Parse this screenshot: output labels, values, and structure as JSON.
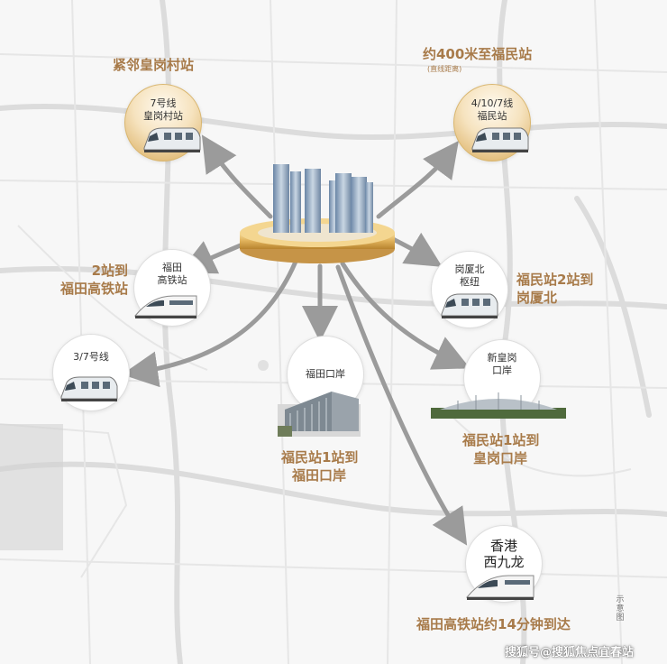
{
  "stations": [
    {
      "id": "huanggangcun",
      "circle_lines": [
        "7号线",
        "皇岗村站"
      ],
      "caption_lines": [
        "紧邻皇岗村站"
      ]
    },
    {
      "id": "futian_min",
      "circle_lines": [
        "4/10/7线",
        "福民站"
      ],
      "caption_lines": [
        "约400米至福民站"
      ],
      "sub": "(直线距离)"
    },
    {
      "id": "futian_hsr",
      "circle_lines": [
        "福田",
        "高铁站"
      ],
      "caption_lines": [
        "2站到",
        "福田高铁站"
      ]
    },
    {
      "id": "line37",
      "circle_lines": [
        "3/7号线"
      ],
      "caption_lines": []
    },
    {
      "id": "gangxiabei",
      "circle_lines": [
        "岗厦北",
        "枢纽"
      ],
      "caption_lines": [
        "福民站2站到",
        "岗厦北"
      ]
    },
    {
      "id": "futian_port",
      "circle_lines": [
        "福田口岸"
      ],
      "caption_lines": [
        "福民站1站到",
        "福田口岸"
      ]
    },
    {
      "id": "huanggang_port",
      "circle_lines": [
        "新皇岗",
        "口岸"
      ],
      "caption_lines": [
        "福民站1站到",
        "皇岗口岸"
      ]
    },
    {
      "id": "west_kowloon",
      "circle_lines": [
        "香港",
        "西九龙"
      ],
      "caption_lines": [
        "福田高铁站约14分钟到达"
      ]
    }
  ],
  "note": "示意图",
  "watermark": "搜狐号@搜狐焦点宜春站",
  "colors": {
    "caption": "#a87b4a",
    "arrow": "#9b9b9b",
    "gold": "#d9ac5c"
  }
}
